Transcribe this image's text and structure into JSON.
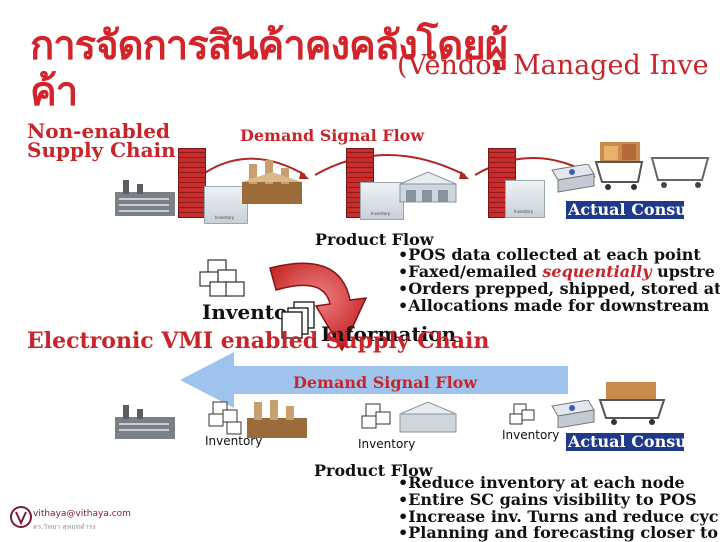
{
  "title": {
    "thai_line1": "การจัดการสินค้าคงคลังโดยผู้",
    "english": "(Vendor Managed Inve",
    "thai_line2": "ค้า"
  },
  "top_section": {
    "label": "Non-enabled Supply Chain",
    "demand_signal_flow": "Demand Signal Flow",
    "actual_consumer_demand": "Actual Consumer Demand",
    "product_flow": "Product Flow",
    "bullets": [
      "•POS data collected at each point",
      "•Faxed/emailed ",
      "sequentially",
      " upstre",
      "•Orders prepped, shipped, stored at",
      "•Allocations made for downstream"
    ],
    "small_inventory_label": "Inventory"
  },
  "middle": {
    "inventory": "Inventory",
    "information": "Information"
  },
  "bottom_section": {
    "label": "Electronic VMI enabled Supply Chain",
    "demand_signal_flow": "Demand Signal Flow",
    "inventory_labels": [
      "Inventory",
      "Inventory",
      "Inventory"
    ],
    "actual_consumer_demand": "Actual Consumer Demand",
    "product_flow": "Product Flow",
    "bullets": [
      "•Reduce inventory at each node",
      "•Entire SC gains visibility to POS",
      "•Increase inv. Turns and reduce cyc",
      "•Planning and forecasting closer to"
    ]
  },
  "footer": {
    "email": "vithaya@vithaya.com",
    "sub": "ดร.วิทยา สุหฤทดำรง"
  },
  "colors": {
    "title_red": "#d2242a",
    "consumer_box": "#1f3a8a",
    "arrow_blue": "#9ec4ee",
    "vmi_arrow": "#d43a3a"
  }
}
